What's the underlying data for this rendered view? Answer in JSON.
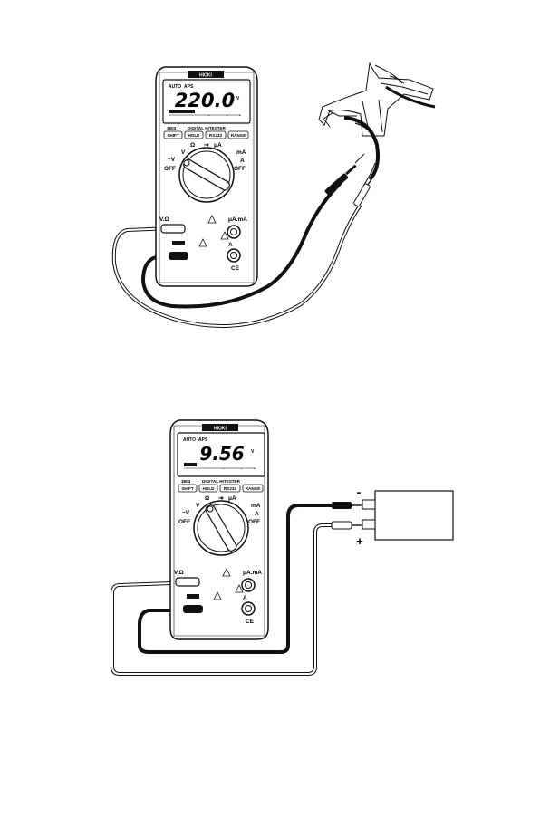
{
  "meter1": {
    "brand": "HIOKI",
    "status_auto": "AUTO",
    "status_aps": "APS",
    "reading": "220.0",
    "unit": "V",
    "model": "3803",
    "name_line": "DIGITAL   HITESTER",
    "buttons": [
      "SHIFT",
      "HOLD",
      "RS232",
      "RANGE"
    ],
    "dial_labels": {
      "ohm": "Ω",
      "diode": "⇥",
      "ua": "μA",
      "acv": "~V",
      "dcv": "V",
      "ma": "mA",
      "amp": "A",
      "off_left": "OFF",
      "off_right": "OFF"
    },
    "terminals": {
      "com_v": "V.Ω",
      "ua_ma": "μA.mA",
      "amp": "A"
    },
    "ce": "CE"
  },
  "meter2": {
    "brand": "HIOKI",
    "status_auto": "AUTO",
    "status_aps": "APS",
    "reading": "9.56",
    "unit": "V",
    "model": "3803",
    "name_line": "DIGITAL   HITESTER",
    "buttons": [
      "SHIFT",
      "HOLD",
      "RS232",
      "RANGE"
    ],
    "dial_labels": {
      "ohm": "Ω",
      "diode": "⇥",
      "ua": "μA",
      "acv": "~V",
      "dcv": "V",
      "ma": "mA",
      "amp": "A",
      "off_left": "OFF",
      "off_right": "OFF"
    },
    "terminals": {
      "com_v": "V.Ω",
      "ua_ma": "μA.mA",
      "amp": "A"
    },
    "ce": "CE"
  },
  "battery": {
    "minus_sign": "-",
    "plus_sign": "+"
  },
  "colors": {
    "ink": "#111111",
    "paper": "#ffffff",
    "lcd": "#ffffff"
  },
  "icons": [
    "junction-box-icon",
    "battery-box-icon",
    "test-probe-icon"
  ]
}
